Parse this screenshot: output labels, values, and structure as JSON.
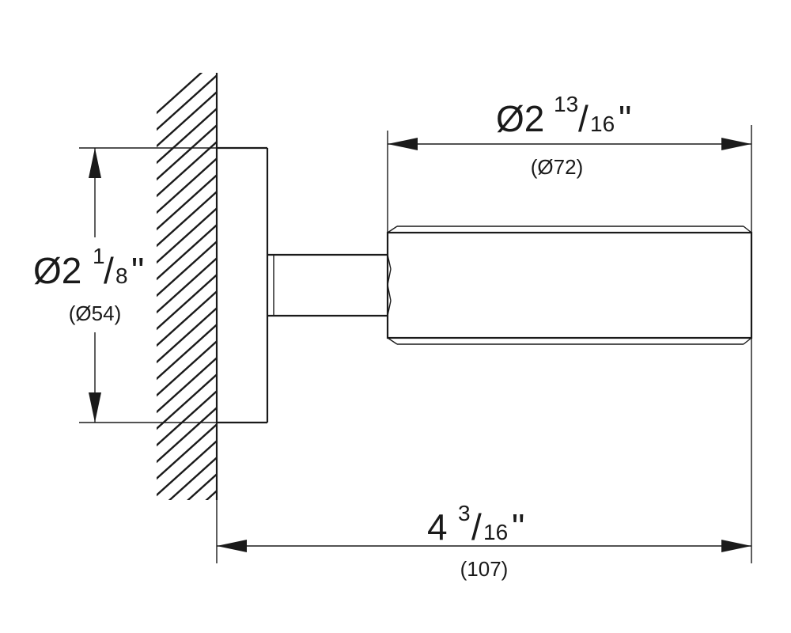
{
  "dimensions": {
    "flange_diameter": {
      "prefix": "Ø2",
      "numerator": "1",
      "slash": "/",
      "denominator": "8",
      "unit": "\"",
      "metric": "(Ø54)"
    },
    "knob_diameter": {
      "prefix": "Ø2",
      "numerator": "13",
      "slash": "/",
      "denominator": "16",
      "unit": "\"",
      "metric": "(Ø72)"
    },
    "projection": {
      "prefix": "4",
      "numerator": "3",
      "slash": "/",
      "denominator": "16",
      "unit": "\"",
      "metric": "(107)"
    }
  }
}
